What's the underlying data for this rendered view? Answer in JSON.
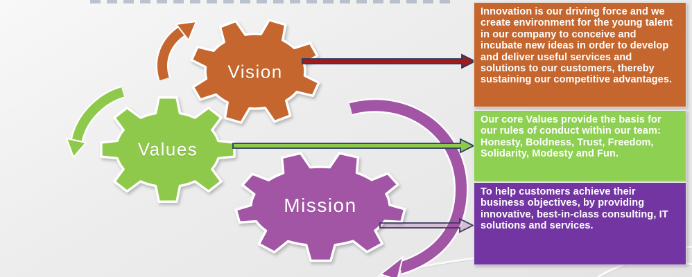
{
  "slide": {
    "items": [
      {
        "id": "vision",
        "label": "Vision",
        "gear_color": "#c4662e",
        "box_color": "#c4662e",
        "connector_fill": "#9e1b1e",
        "connector_outline": "#283a5e",
        "description": "Innovation is our driving force and we create environment for the young talent in our company to conceive and incubate new ideas in order to develop and deliver useful services and solutions to our customers, thereby sustaining our competitive advantages."
      },
      {
        "id": "values",
        "label": "Values",
        "gear_color": "#8fc94c",
        "box_color": "#8ed051",
        "connector_fill": "#8fc94c",
        "connector_outline": "#283a5e",
        "description": "Our core Values provide the basis for our rules of conduct within our team: Honesty, Boldness, Trust, Freedom, Solidarity, Modesty and Fun."
      },
      {
        "id": "mission",
        "label": "Mission",
        "gear_color": "#a355a5",
        "box_color": "#7335a2",
        "connector_fill": "rgba(163,85,165,0.28)",
        "connector_outline": "#3a3a5c",
        "description": "To help customers achieve their business objectives, by providing innovative, best-in-class consulting, IT solutions and services."
      }
    ],
    "curved_arrows": [
      {
        "id": "orange-curved-arrow",
        "color": "#c4662e"
      },
      {
        "id": "green-curved-arrow",
        "color": "#8fc94c"
      },
      {
        "id": "purple-swoosh-arrow",
        "color": "#a355a5"
      }
    ]
  }
}
